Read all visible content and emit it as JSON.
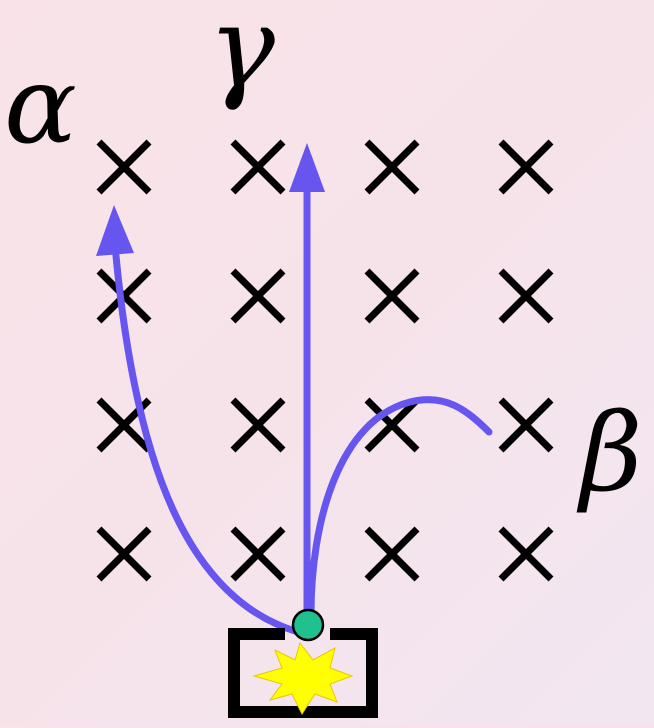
{
  "labels": {
    "alpha": "α",
    "gamma": "γ",
    "beta": "β"
  },
  "colors": {
    "background": "#f6e3ea",
    "field_marks": "#000000",
    "trajectories": "#6655ee",
    "source_dot": "#20c090",
    "flash": "#ffff00",
    "container": "#000000"
  },
  "field": {
    "symbol": "×",
    "rows": 4,
    "cols": 4
  },
  "icons": {
    "source": "radioactive-source-dot",
    "flash": "emission-flash-icon",
    "container": "lead-container"
  }
}
